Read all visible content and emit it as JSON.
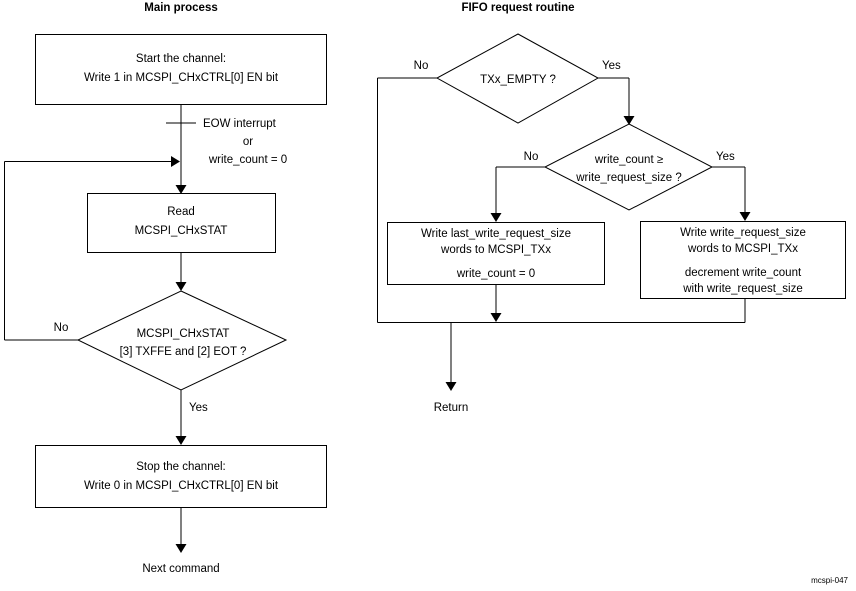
{
  "figure": {
    "id_label": "mcspi-047"
  },
  "columns": {
    "left": {
      "title": "Main process"
    },
    "right": {
      "title": "FIFO request routine"
    }
  },
  "left_flow": {
    "start_box": {
      "line1": "Start the channel:",
      "line2": "Write 1 in MCSPI_CHxCTRL[0] EN bit"
    },
    "event_note": {
      "line1": "EOW interrupt",
      "line2": "or",
      "line3": "write_count = 0"
    },
    "read_box": {
      "line1": "Read",
      "line2": "MCSPI_CHxSTAT"
    },
    "decision": {
      "line1": "MCSPI_CHxSTAT",
      "line2": "[3] TXFFE and [2] EOT ?",
      "branch_no": "No",
      "branch_yes": "Yes"
    },
    "stop_box": {
      "line1": "Stop the channel:",
      "line2": "Write 0 in MCSPI_CHxCTRL[0] EN bit"
    },
    "terminal": "Next command"
  },
  "right_flow": {
    "empty_decision": {
      "text": "TXx_EMPTY ?",
      "branch_no": "No",
      "branch_yes": "Yes"
    },
    "count_decision": {
      "line1": "write_count ≥",
      "line2": "write_request_size ?",
      "branch_no": "No",
      "branch_yes": "Yes"
    },
    "last_write_box": {
      "line1": "Write last_write_request_size",
      "line2": "words to MCSPI_TXx",
      "line3": "write_count = 0"
    },
    "write_box": {
      "line1": "Write write_request_size",
      "line2": "words to MCSPI_TXx",
      "line3": "decrement write_count",
      "line4": "with write_request_size"
    },
    "terminal": "Return"
  },
  "colors": {
    "stroke": "#000000",
    "fill": "#ffffff",
    "text": "#000000"
  }
}
